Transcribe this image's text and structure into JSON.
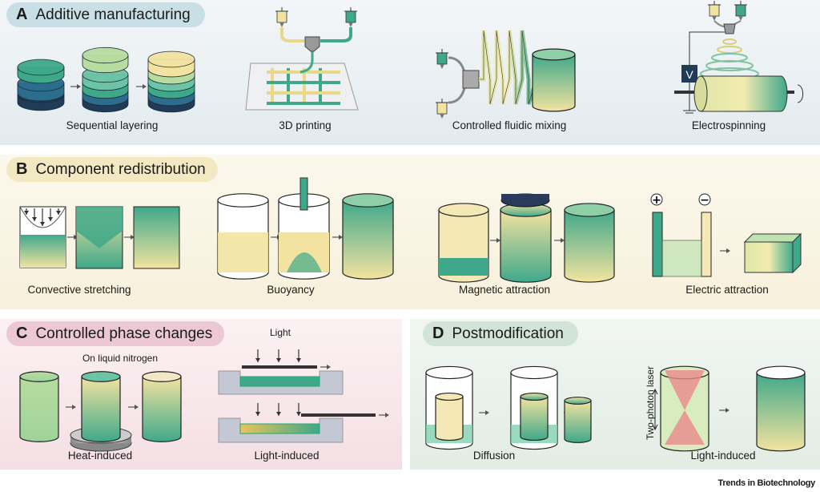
{
  "panels": {
    "A": {
      "letter": "A",
      "title": "Additive manufacturing",
      "color": "#c9dfe6",
      "labels": [
        "Sequential layering",
        "3D printing",
        "Controlled fluidic mixing",
        "Electrospinning"
      ],
      "voltage_label": "V"
    },
    "B": {
      "letter": "B",
      "title": "Component redistribution",
      "color": "#f2e8c2",
      "labels": [
        "Convective stretching",
        "Buoyancy",
        "Magnetic attraction",
        "Electric attraction"
      ],
      "plus": "+",
      "minus": "−"
    },
    "C": {
      "letter": "C",
      "title": "Controlled phase changes",
      "color": "#ebc8d3",
      "labels": [
        "Heat-induced",
        "Light-induced"
      ],
      "note": "On liquid nitrogen",
      "light": "Light"
    },
    "D": {
      "letter": "D",
      "title": "Postmodification",
      "color": "#d2e4d8",
      "labels": [
        "Diffusion",
        "Light-induced"
      ],
      "laser": "Two-photon laser"
    }
  },
  "credit": "Trends in Biotechnology",
  "colors": {
    "green": "#3fa88a",
    "yellow": "#f3e3a0",
    "navy": "#1f3b55",
    "blue": "#2c6c8c",
    "red": "#e06060"
  }
}
